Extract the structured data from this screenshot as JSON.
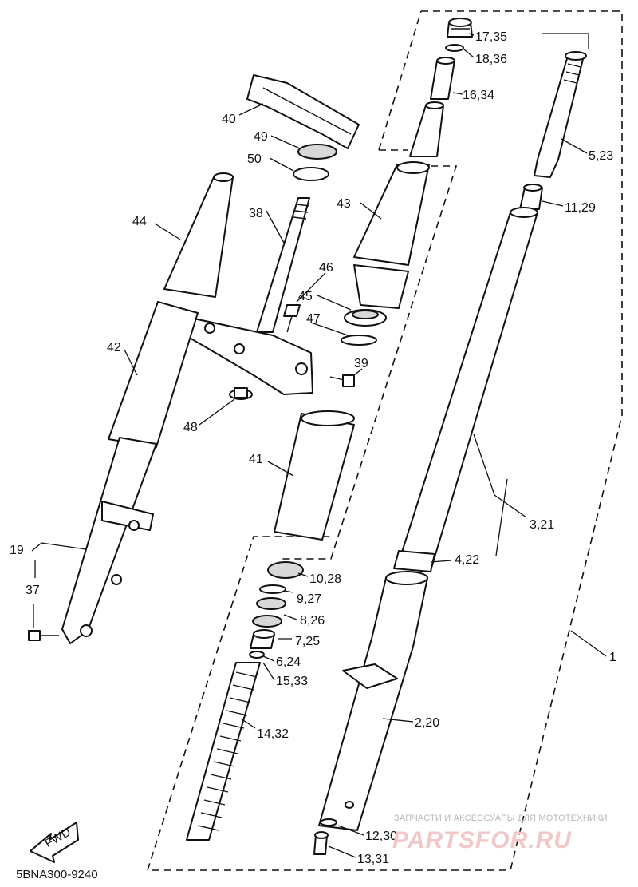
{
  "diagram": {
    "code": "5BNA300-9240",
    "fwd": "FWD",
    "labels": [
      "17,35",
      "18,36",
      "16,34",
      "5,23",
      "11,29",
      "40",
      "49",
      "50",
      "43",
      "38",
      "44",
      "46",
      "45",
      "47",
      "42",
      "39",
      "48",
      "41",
      "19",
      "37",
      "3,21",
      "4,22",
      "10,28",
      "9,27",
      "8,26",
      "7,25",
      "6,24",
      "15,33",
      "1",
      "14,32",
      "2,20",
      "12,30",
      "13,31"
    ]
  },
  "watermark": {
    "tagline": "ЗАПЧАСТИ И АКСЕССУАРЫ ДЛЯ МОТОТЕХНИКИ",
    "brand": "PARTSFOR.RU"
  }
}
